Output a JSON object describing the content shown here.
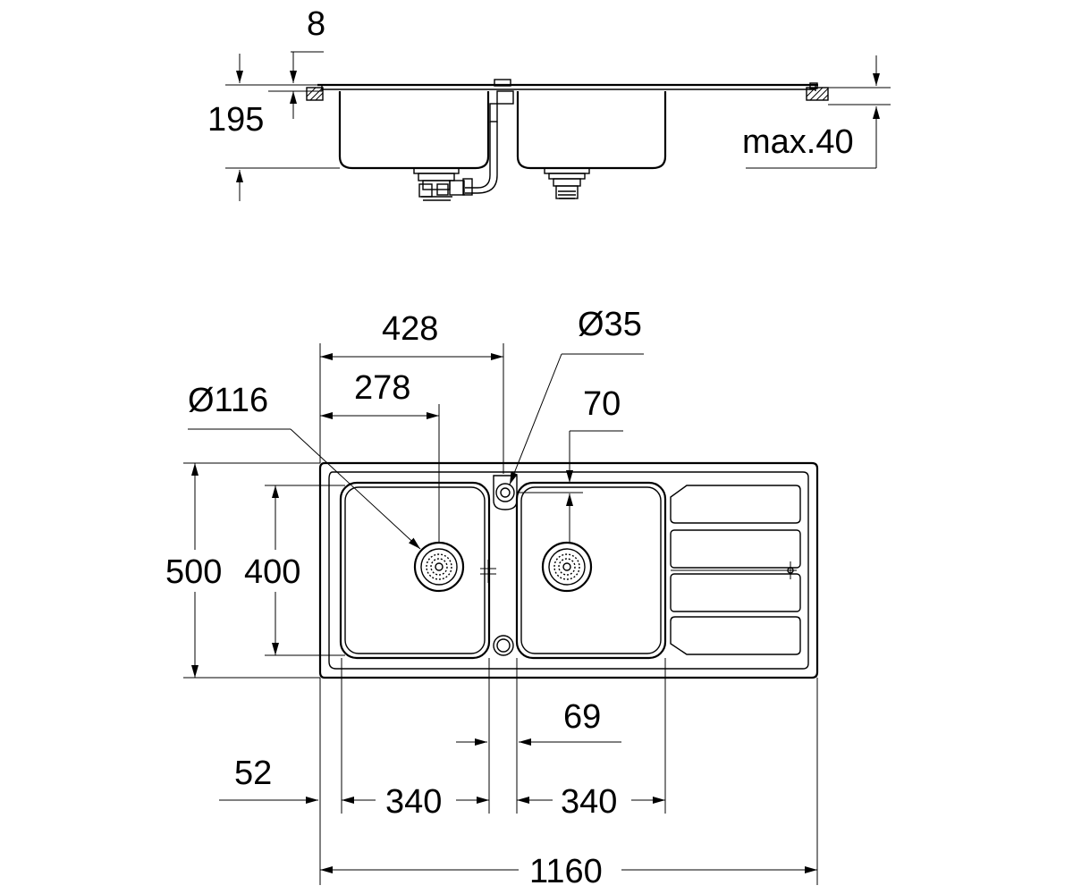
{
  "side_view": {
    "dim_lip": "8",
    "dim_depth": "195",
    "dim_max_worktop": "max.40"
  },
  "top_view": {
    "dim_bowl_offset": "428",
    "dim_tap_hole": "Ø35",
    "dim_drain_diameter": "Ø116",
    "dim_drain_offset": "278",
    "dim_drain_right_offset": "70",
    "dim_overall_depth": "500",
    "dim_bowl_depth": "400",
    "dim_divider_width": "69",
    "dim_edge_offset": "52",
    "dim_left_bowl_width": "340",
    "dim_right_bowl_width": "340",
    "dim_overall_length": "1160"
  },
  "colors": {
    "line": "#000000",
    "background": "#ffffff"
  }
}
